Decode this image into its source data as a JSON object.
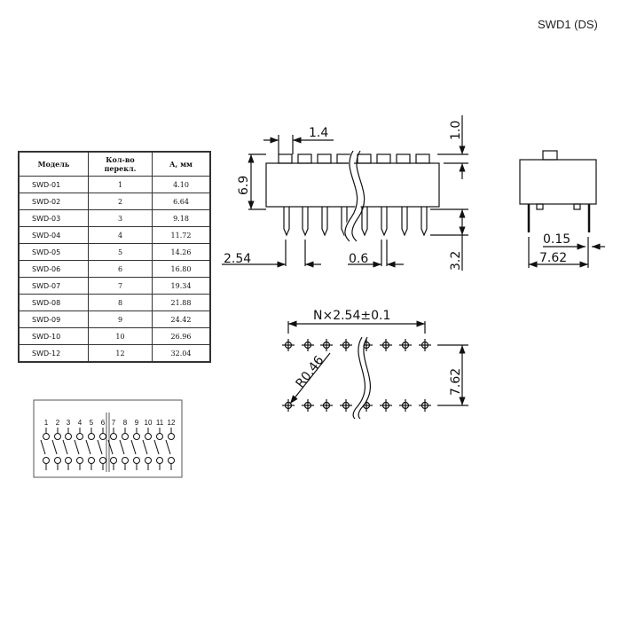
{
  "title": "SWD1 (DS)",
  "table": {
    "headers": [
      "Модель",
      "Кол-во перекл.",
      "А, мм"
    ],
    "rows": [
      [
        "SWD-01",
        "1",
        "4.10"
      ],
      [
        "SWD-02",
        "2",
        "6.64"
      ],
      [
        "SWD-03",
        "3",
        "9.18"
      ],
      [
        "SWD-04",
        "4",
        "11.72"
      ],
      [
        "SWD-05",
        "5",
        "14.26"
      ],
      [
        "SWD-06",
        "6",
        "16.80"
      ],
      [
        "SWD-07",
        "7",
        "19.34"
      ],
      [
        "SWD-08",
        "8",
        "21.88"
      ],
      [
        "SWD-09",
        "9",
        "24.42"
      ],
      [
        "SWD-10",
        "10",
        "26.96"
      ],
      [
        "SWD-12",
        "12",
        "32.04"
      ]
    ]
  },
  "front_view": {
    "d_1_4": "1.4",
    "d_6_9": "6.9",
    "d_1_0": "1.0",
    "d_3_2": "3.2",
    "d_2_54": "2.54",
    "d_0_6": "0.6"
  },
  "side_view": {
    "d_0_15": "0.15",
    "d_7_62": "7.62"
  },
  "footprint": {
    "pitch": "N×2.54±0.1",
    "radius": "R0.46",
    "row_spacing": "7.62"
  },
  "schematic": {
    "labels": [
      "1",
      "2",
      "3",
      "4",
      "5",
      "6",
      "7",
      "8",
      "9",
      "10",
      "11",
      "12"
    ]
  }
}
